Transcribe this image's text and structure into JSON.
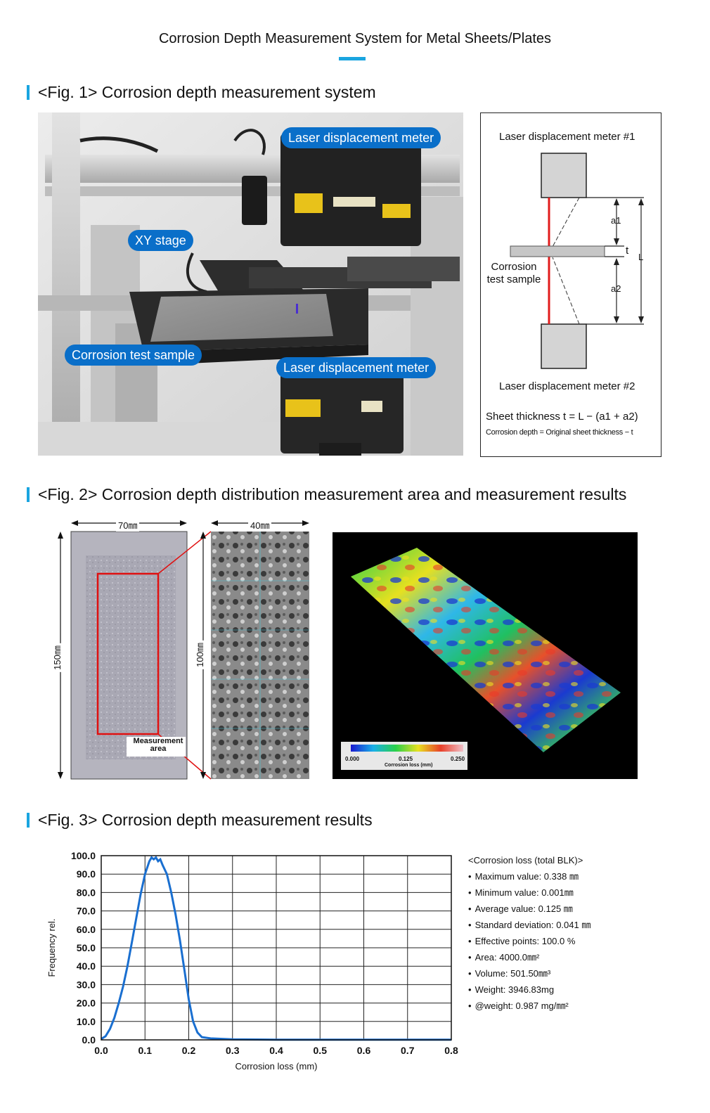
{
  "page": {
    "title": "Corrosion Depth Measurement System for Metal Sheets/Plates",
    "accent_color": "#1aa5e0"
  },
  "fig1": {
    "heading": "<Fig. 1> Corrosion depth measurement system",
    "callouts": {
      "laser_top": "Laser displacement meter",
      "xy_stage": "XY stage",
      "sample": "Corrosion test sample",
      "laser_bottom": "Laser displacement meter"
    },
    "diagram": {
      "meter1": "Laser displacement meter #1",
      "meter2": "Laser displacement meter #2",
      "a1": "a1",
      "a2": "a2",
      "t": "t",
      "L": "L",
      "sample_line1": "Corrosion",
      "sample_line2": "test sample",
      "formula1": "Sheet thickness t = L − (a1 + a2)",
      "formula2": "Corrosion depth = Original sheet thickness − t"
    }
  },
  "fig2": {
    "heading": "<Fig. 2> Corrosion depth distribution measurement area and measurement results",
    "dim_70": "70㎜",
    "dim_150": "150㎜",
    "dim_40": "40㎜",
    "dim_100": "100㎜",
    "area_line1": "Measurement",
    "area_line2": "area",
    "colorbar": {
      "min": "0.000",
      "mid": "0.125",
      "max": "0.250",
      "label": "Corrosion loss (mm)"
    }
  },
  "fig3": {
    "heading": "<Fig. 3> Corrosion depth measurement results",
    "stats_title": "<Corrosion loss (total BLK)>",
    "stats": [
      "Maximum value: 0.338 ㎜",
      "Minimum value: 0.001㎜",
      "Average value: 0.125 ㎜",
      "Standard deviation: 0.041 ㎜",
      "Effective points: 100.0 %",
      "Area: 4000.0㎜²",
      "Volume: 501.50㎜³",
      "Weight: 3946.83mg",
      "@weight: 0.987 mg/㎜²"
    ]
  },
  "chart_data": {
    "type": "line",
    "title": "",
    "xlabel": "Corrosion loss (mm)",
    "ylabel": "Frequency rel.",
    "xlim": [
      0.0,
      0.8
    ],
    "ylim": [
      0.0,
      100.0
    ],
    "grid": true,
    "xticks": [
      "0.0",
      "0.1",
      "0.2",
      "0.3",
      "0.4",
      "0.5",
      "0.6",
      "0.7",
      "0.8"
    ],
    "yticks": [
      "0.0",
      "10.0",
      "20.0",
      "30.0",
      "40.0",
      "50.0",
      "60.0",
      "70.0",
      "80.0",
      "90.0",
      "100.0"
    ],
    "series": [
      {
        "color": "#1a6fd0",
        "x": [
          0.0,
          0.01,
          0.02,
          0.03,
          0.04,
          0.05,
          0.06,
          0.07,
          0.08,
          0.09,
          0.1,
          0.11,
          0.115,
          0.12,
          0.125,
          0.13,
          0.135,
          0.14,
          0.15,
          0.16,
          0.17,
          0.18,
          0.19,
          0.2,
          0.21,
          0.22,
          0.23,
          0.25,
          0.3,
          0.4,
          0.5,
          0.6,
          0.7,
          0.8
        ],
        "y": [
          0.5,
          2,
          6,
          12,
          20,
          29,
          40,
          53,
          66,
          79,
          90,
          97,
          99,
          98,
          99,
          97,
          98,
          95,
          90,
          80,
          68,
          54,
          38,
          22,
          10,
          4,
          1.5,
          0.8,
          0.3,
          0.1,
          0.1,
          0.1,
          0.1,
          0.1
        ]
      }
    ]
  }
}
